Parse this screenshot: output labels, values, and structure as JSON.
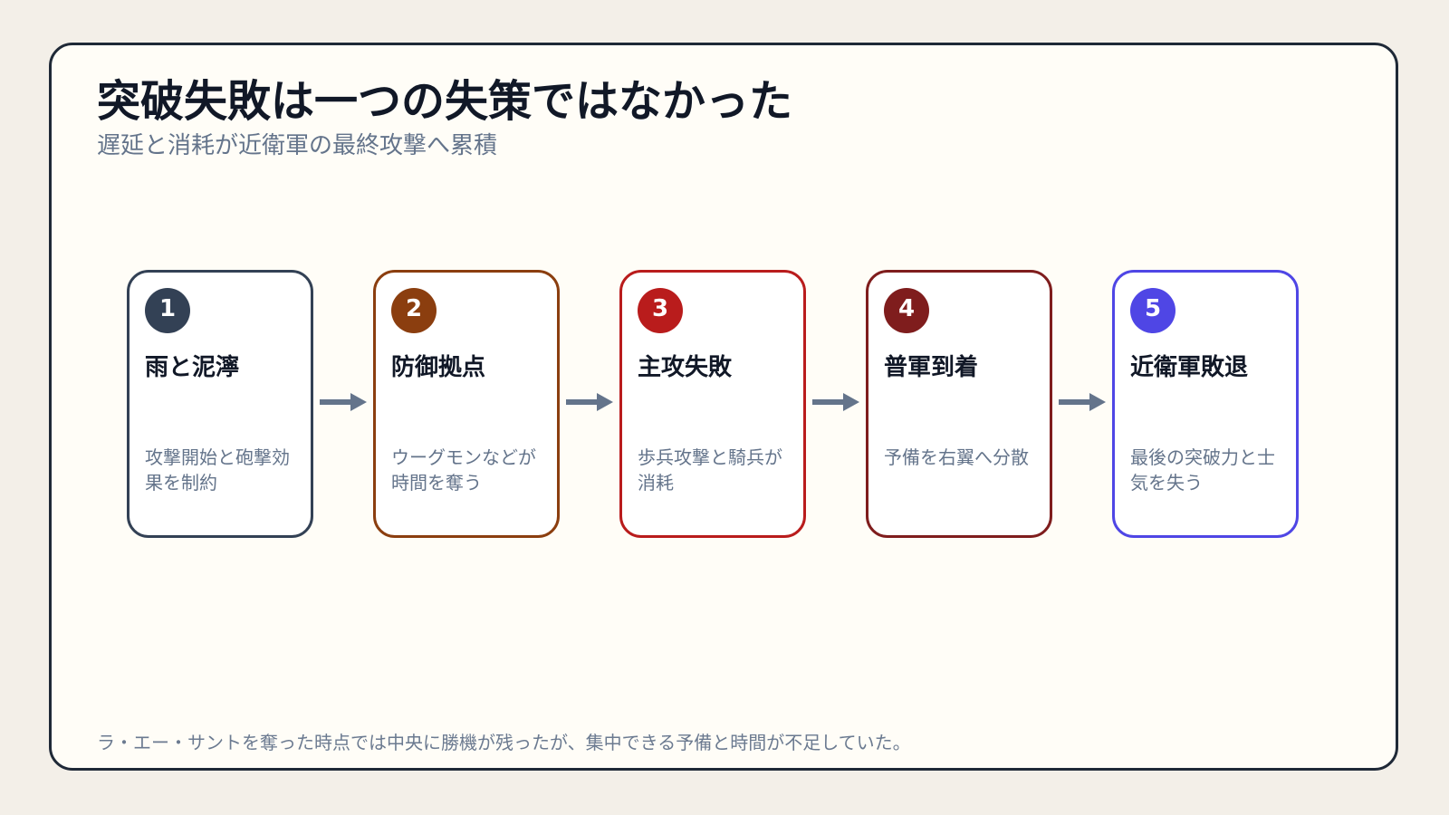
{
  "title": "突破失敗は一つの失策ではなかった",
  "subtitle": "遅延と消耗が近衛軍の最終攻撃へ累積",
  "steps": [
    {
      "number": "1",
      "title": "雨と泥濘",
      "description": "攻撃開始と砲撃効果を制約",
      "color": "#334155"
    },
    {
      "number": "2",
      "title": "防御拠点",
      "description": "ウーグモンなどが時間を奪う",
      "color": "#8b3e0f"
    },
    {
      "number": "3",
      "title": "主攻失敗",
      "description": "歩兵攻撃と騎兵が消耗",
      "color": "#b91c1c"
    },
    {
      "number": "4",
      "title": "普軍到着",
      "description": "予備を右翼へ分散",
      "color": "#7f1d1d"
    },
    {
      "number": "5",
      "title": "近衛軍敗退",
      "description": "最後の突破力と士気を失う",
      "color": "#4f46e5"
    }
  ],
  "arrow_color": "#64748b",
  "footnote": "ラ・エー・サントを奪った時点では中央に勝機が残ったが、集中できる予備と時間が不足していた。"
}
